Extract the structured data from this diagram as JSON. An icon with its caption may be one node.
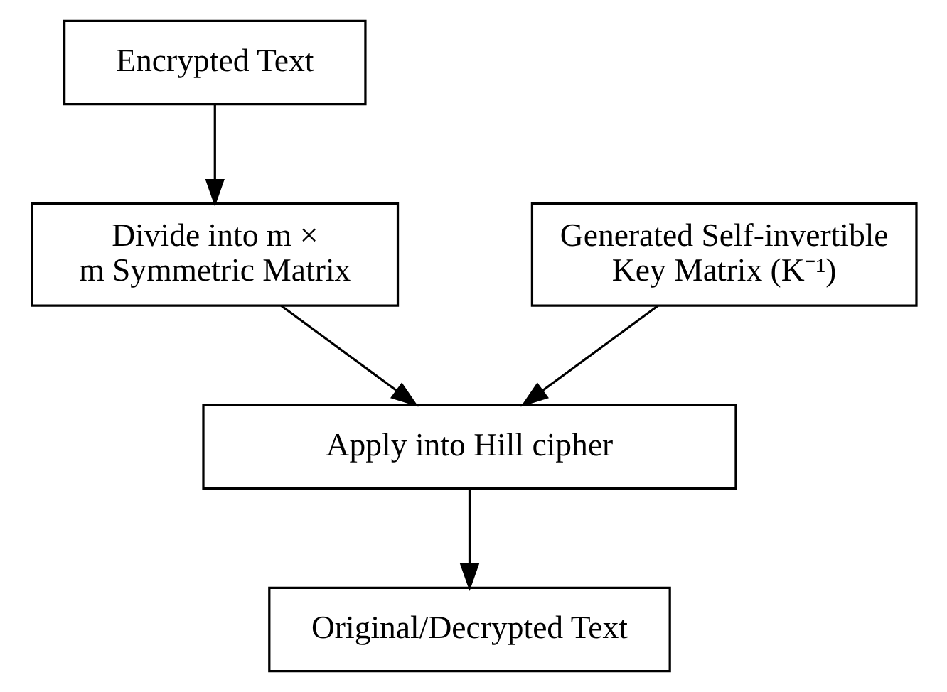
{
  "diagram": {
    "nodes": [
      {
        "text": [
          "Encrypted Text"
        ]
      },
      {
        "text": [
          "Divide into m × m Symmetric Matrix"
        ]
      },
      {
        "text": [
          "Generated Self-invertible Key Matrix (K⁻¹)"
        ]
      },
      {
        "text": [
          "Apply into Hill cipher"
        ]
      },
      {
        "text": [
          "Original/Decrypted Text"
        ]
      }
    ],
    "edges": [
      {
        "from": 0,
        "to": 1,
        "arrow": "to"
      },
      {
        "from": 1,
        "to": 3,
        "arrow": "to"
      },
      {
        "from": 2,
        "to": 3,
        "arrow": "to"
      },
      {
        "from": 3,
        "to": 4,
        "arrow": "to"
      }
    ]
  }
}
